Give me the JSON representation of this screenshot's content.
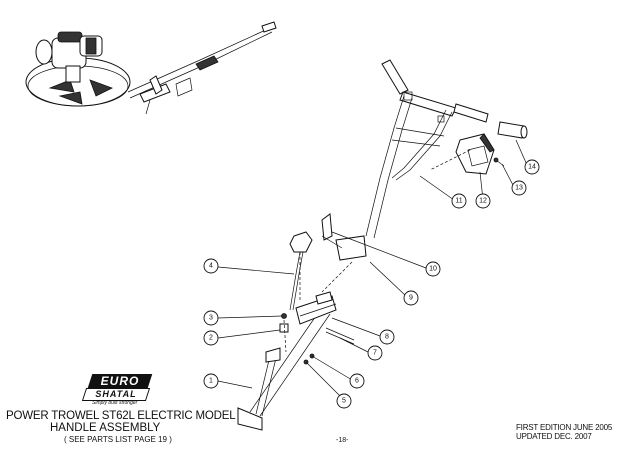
{
  "document": {
    "title": "POWER TROWEL ST62L ELECTRIC MODEL",
    "subtitle": "HANDLE ASSEMBLY",
    "reference": "( SEE PARTS LIST PAGE 19 )",
    "page_number": "-18-",
    "edition": "FIRST EDITION JUNE 2005",
    "updated": "UPDATED DEC. 2007"
  },
  "logo": {
    "line1": "EURO",
    "line2": "SHATAL",
    "tagline": "Simply built stronger"
  },
  "callouts": [
    {
      "id": "1",
      "label": "1"
    },
    {
      "id": "2",
      "label": "2"
    },
    {
      "id": "3",
      "label": "3"
    },
    {
      "id": "4",
      "label": "4"
    },
    {
      "id": "5",
      "label": "5"
    },
    {
      "id": "6",
      "label": "6"
    },
    {
      "id": "7",
      "label": "7"
    },
    {
      "id": "8",
      "label": "8"
    },
    {
      "id": "9",
      "label": "9"
    },
    {
      "id": "10",
      "label": "10"
    },
    {
      "id": "11",
      "label": "11"
    },
    {
      "id": "12",
      "label": "12"
    },
    {
      "id": "13",
      "label": "13"
    },
    {
      "id": "14",
      "label": "14"
    }
  ]
}
